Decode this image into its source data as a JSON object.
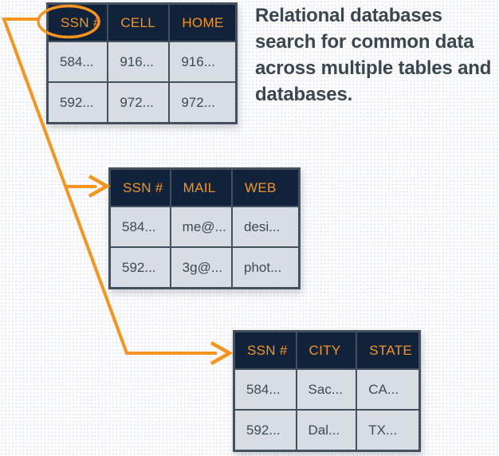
{
  "caption": {
    "text": "Relational databases search for common data across multiple tables and databases."
  },
  "colors": {
    "accent_orange": "#f7941d",
    "header_navy": "#11233b",
    "cell_bg": "#d8dce3",
    "border_slate": "#44505d",
    "cell_text": "#3f4a55",
    "caption_text": "#3a4750"
  },
  "icons": {
    "ssn_highlight": "ellipse-highlight",
    "arrow_to_mail_table": "right-arrow",
    "arrow_to_location_table": "right-arrow"
  },
  "tables": [
    {
      "name": "phone-table",
      "columns": [
        "SSN #",
        "CELL",
        "HOME"
      ],
      "rows": [
        [
          "584...",
          "916...",
          "916..."
        ],
        [
          "592...",
          "972...",
          "972..."
        ]
      ]
    },
    {
      "name": "mail-table",
      "columns": [
        "SSN #",
        "MAIL",
        "WEB"
      ],
      "rows": [
        [
          "584...",
          "me@...",
          "desi..."
        ],
        [
          "592...",
          "3g@...",
          "phot..."
        ]
      ]
    },
    {
      "name": "location-table",
      "columns": [
        "SSN #",
        "CITY",
        "STATE"
      ],
      "rows": [
        [
          "584...",
          "Sac...",
          "CA..."
        ],
        [
          "592...",
          "Dal...",
          "TX..."
        ]
      ]
    }
  ]
}
